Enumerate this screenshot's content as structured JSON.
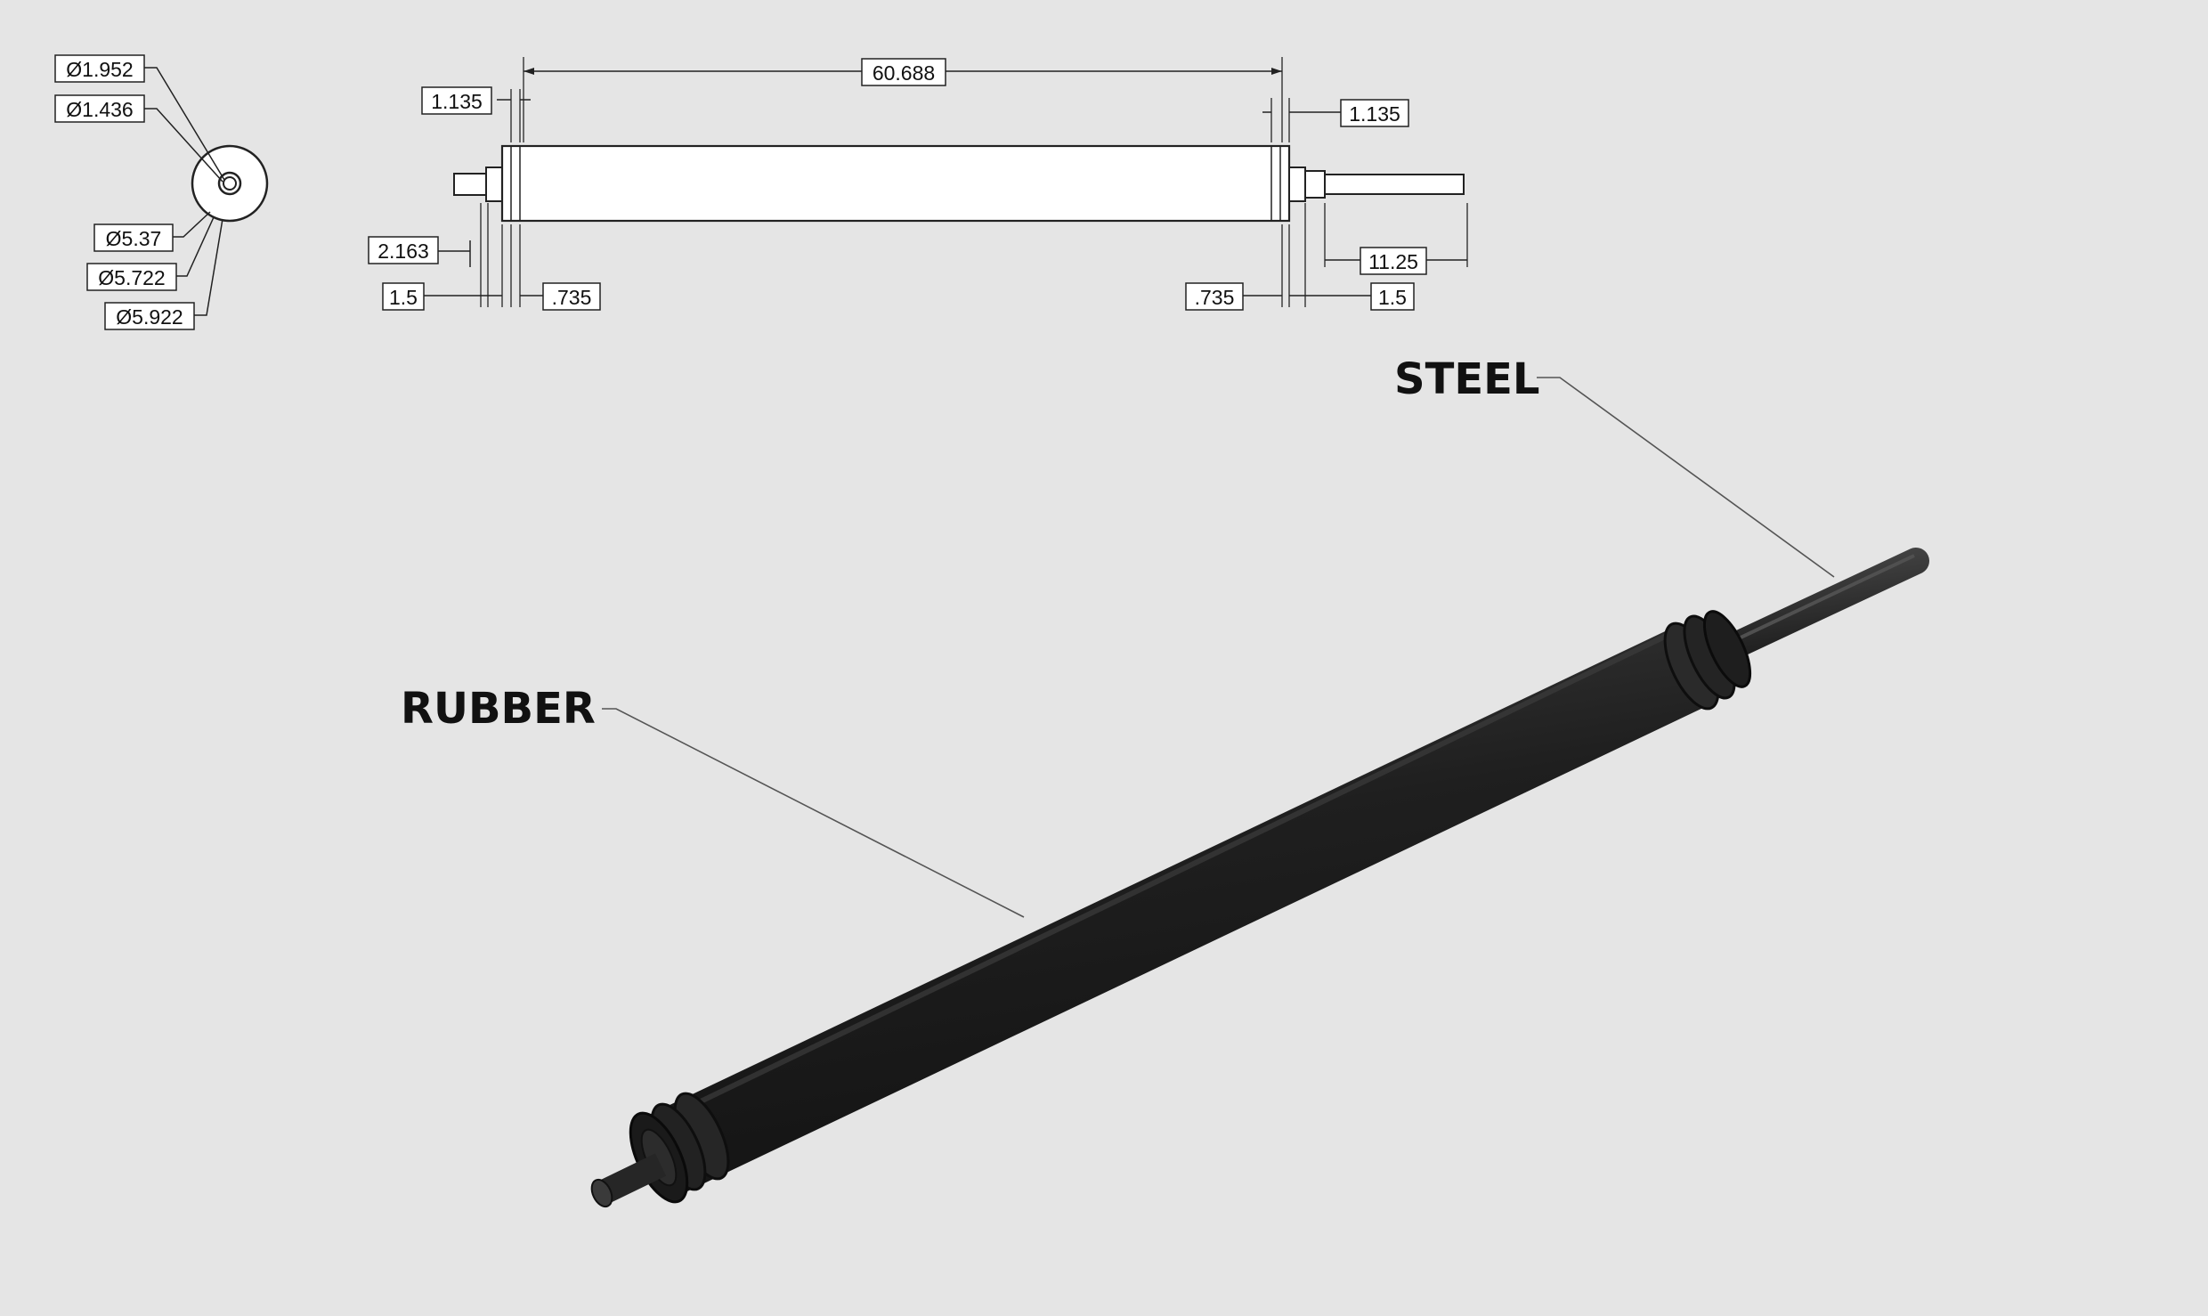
{
  "end_view": {
    "diameters": [
      "Ø1.952",
      "Ø1.436",
      "Ø5.37",
      "Ø5.722",
      "Ø5.922"
    ]
  },
  "side_view": {
    "overall_length": "60.688",
    "left_end_cap": "1.135",
    "right_end_cap": "1.135",
    "left_shaft": "2.163",
    "right_shaft": "11.25",
    "left_step": "1.5",
    "left_groove": ".735",
    "right_groove": ".735",
    "right_step": "1.5"
  },
  "callouts": {
    "steel": "STEEL",
    "rubber": "RUBBER"
  },
  "colors": {
    "background": "#e5e5e5",
    "roller": "#1f1f1f",
    "shaft": "#2b2b2b"
  }
}
